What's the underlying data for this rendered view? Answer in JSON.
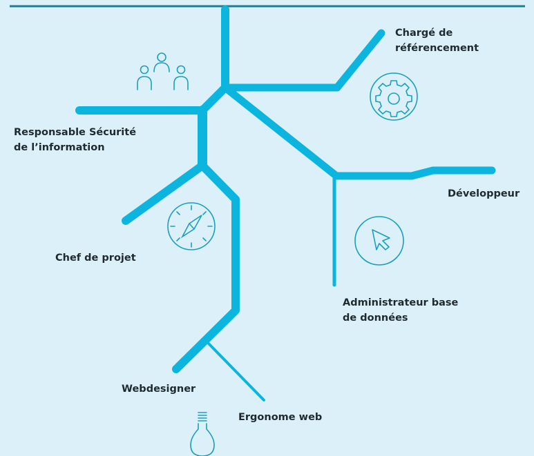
{
  "diagram": {
    "colors": {
      "background": "#dbf0f8",
      "branch": "#0bb5dd",
      "top_line": "#1d7f92",
      "icon_stroke": "#1a9fbf",
      "text": "#1f2a30"
    },
    "roles": {
      "charge_referencement": {
        "line1": "Chargé de",
        "line2": "référencement"
      },
      "responsable_securite": {
        "line1": "Responsable Sécurité",
        "line2": "de l’information"
      },
      "developpeur": {
        "line1": "Développeur"
      },
      "chef_de_projet": {
        "line1": "Chef de projet"
      },
      "administrateur_bdd": {
        "line1": "Administrateur base",
        "line2": "de données"
      },
      "webdesigner": {
        "line1": "Webdesigner"
      },
      "ergonome_web": {
        "line1": "Ergonome web"
      }
    },
    "icons": [
      "people-icon",
      "gear-icon",
      "compass-icon",
      "cursor-icon",
      "lightbulb-icon"
    ]
  }
}
